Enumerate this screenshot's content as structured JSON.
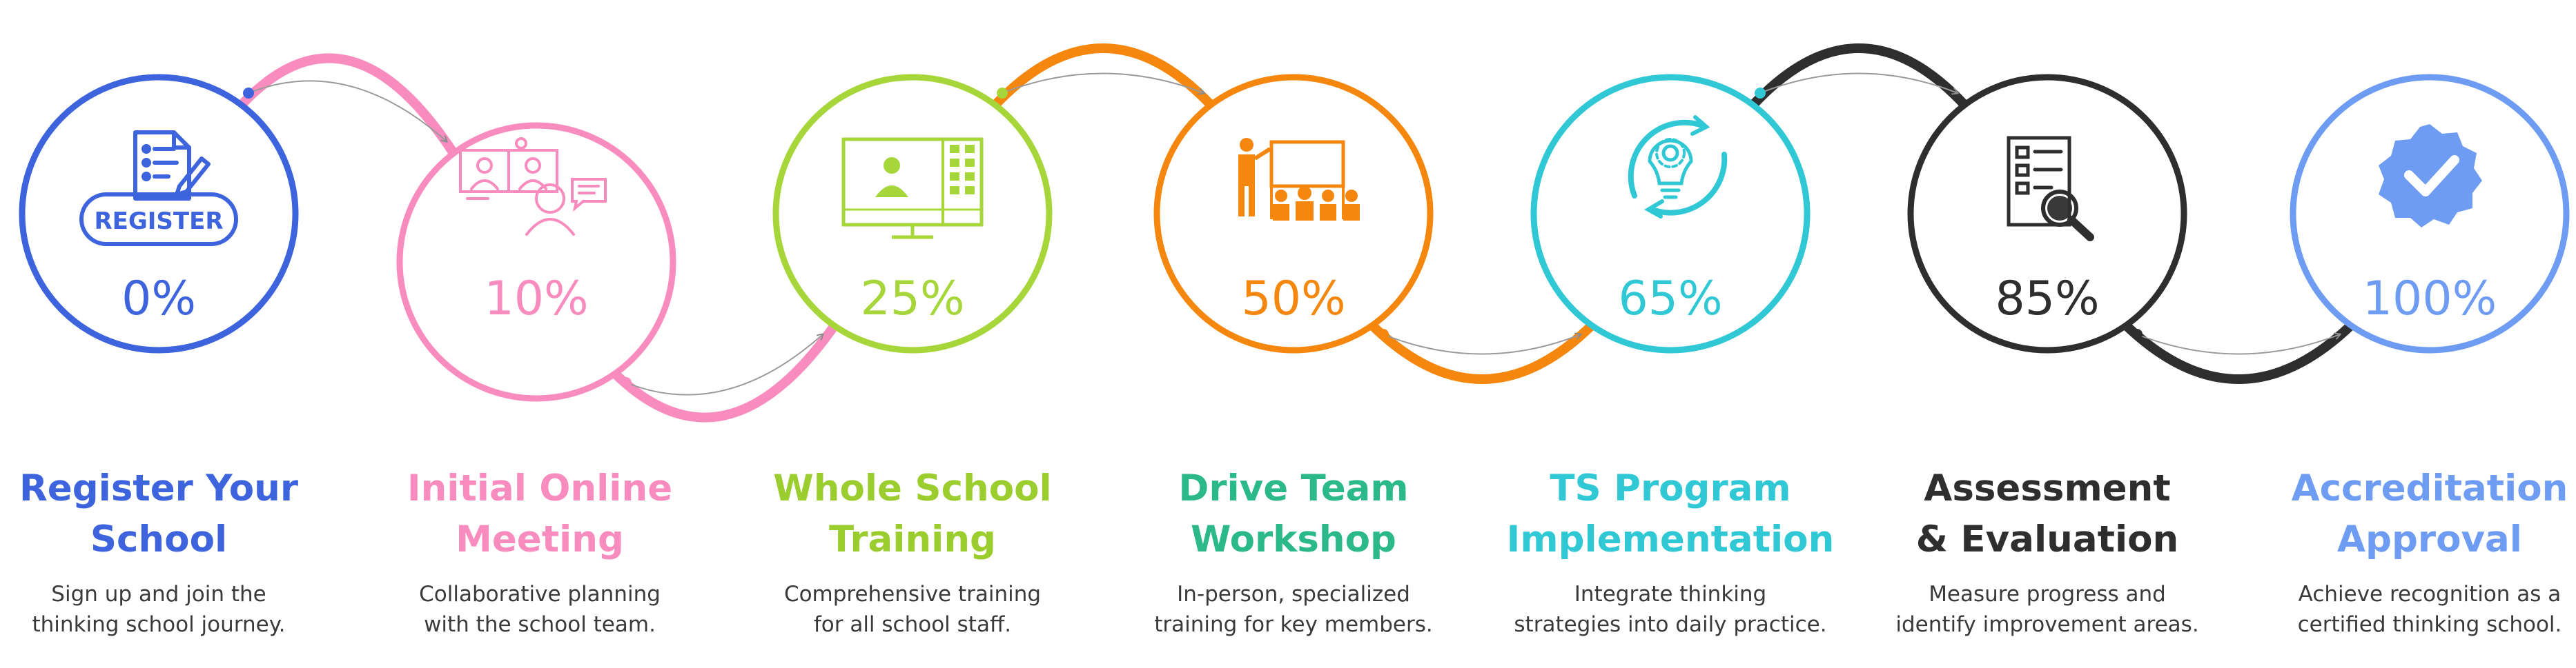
{
  "steps": [
    {
      "percent": "0%",
      "badge": "REGISTER",
      "title": "Register Your\nSchool",
      "description": "Sign up and join the\nthinking school journey.",
      "color": "#3d63dd",
      "icon": "register-form-icon"
    },
    {
      "percent": "10%",
      "title": "Initial Online\nMeeting",
      "description": "Collaborative planning\nwith the school team.",
      "color": "#f98cbf",
      "icon": "video-meeting-icon"
    },
    {
      "percent": "25%",
      "title": "Whole School\nTraining",
      "description": "Comprehensive training\nfor all school staff.",
      "color": "#a6d63a",
      "title_color": "#9ccd2f",
      "icon": "online-training-monitor-icon"
    },
    {
      "percent": "50%",
      "title": "Drive Team\nWorkshop",
      "description": "In-person, specialized\ntraining for key members.",
      "color": "#f5870f",
      "title_color": "#2bb98a",
      "icon": "presentation-workshop-icon"
    },
    {
      "percent": "65%",
      "title": "TS Program\nImplementation",
      "description": "Integrate thinking\nstrategies into daily practice.",
      "color": "#2fc8d4",
      "icon": "lightbulb-gear-cycle-icon"
    },
    {
      "percent": "85%",
      "title": "Assessment\n& Evaluation",
      "description": "Measure progress and\nidentify improvement areas.",
      "color": "#2e2e2e",
      "icon": "document-magnifier-icon"
    },
    {
      "percent": "100%",
      "title": "Accreditation\nApproval",
      "description": "Achieve recognition as a\ncertified thinking school.",
      "color": "#6d9cf2",
      "icon": "verified-badge-icon"
    }
  ]
}
